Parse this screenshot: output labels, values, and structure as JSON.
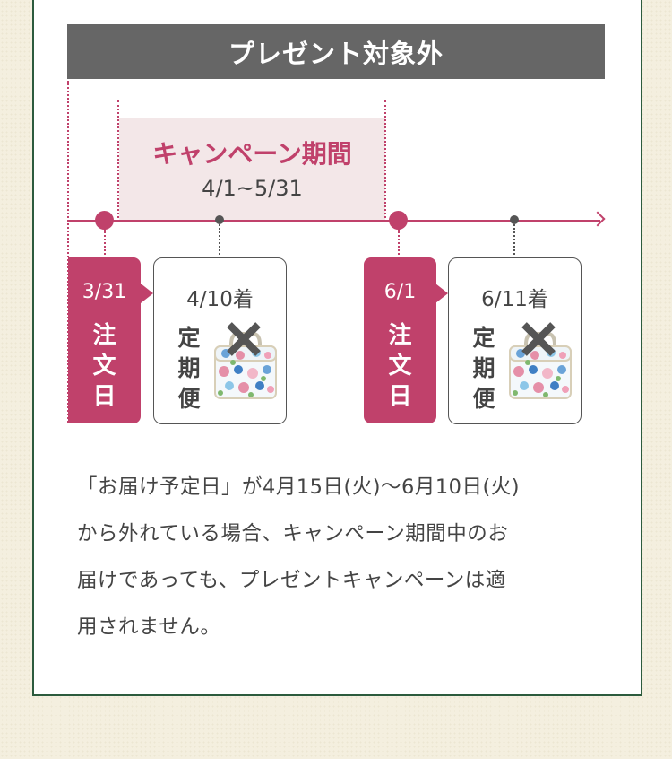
{
  "banner": {
    "title": "プレゼント対象外"
  },
  "campaign": {
    "title": "キャンペーン期間",
    "range": "4/1~5/31"
  },
  "timeline": {
    "orders": [
      {
        "date": "3/31",
        "label": [
          "注",
          "文",
          "日"
        ]
      },
      {
        "date": "6/1",
        "label": [
          "注",
          "文",
          "日"
        ]
      }
    ],
    "deliveries": [
      {
        "date": "4/10着",
        "label": [
          "定",
          "期",
          "便"
        ],
        "status_icon": "cross-icon",
        "item_icon": "floral-bag-icon"
      },
      {
        "date": "6/11着",
        "label": [
          "定",
          "期",
          "便"
        ],
        "status_icon": "cross-icon",
        "item_icon": "floral-bag-icon"
      }
    ]
  },
  "description": {
    "lines": [
      "「お届け予定日」が4月15日(火)〜6月10日(火)",
      "から外れている場合、キャンペーン期間中のお",
      "届けであっても、プレゼントキャンペーンは適",
      "用されません。"
    ]
  },
  "colors": {
    "accent": "#c0416b",
    "banner_bg": "#666666",
    "campaign_bg": "#f3e7e8",
    "frame": "#2c5b3d"
  }
}
